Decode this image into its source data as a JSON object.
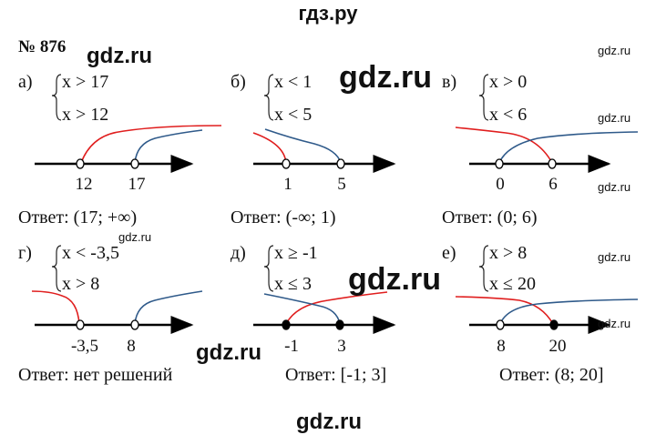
{
  "header": "гдз.ру",
  "problem_number": "№ 876",
  "watermark": "gdz.ru",
  "problems": [
    {
      "label": "а)",
      "ineq1": "x > 17",
      "ineq2": "x > 12",
      "points": [
        "12",
        "17"
      ],
      "answer": "Ответ: (17; +∞)"
    },
    {
      "label": "б)",
      "ineq1": "x < 1",
      "ineq2": "x < 5",
      "points": [
        "1",
        "5"
      ],
      "answer": "Ответ: (-∞; 1)"
    },
    {
      "label": "в)",
      "ineq1": "x > 0",
      "ineq2": "x < 6",
      "points": [
        "0",
        "6"
      ],
      "answer": "Ответ: (0; 6)"
    },
    {
      "label": "г)",
      "ineq1": "x < -3,5",
      "ineq2": "x > 8",
      "points": [
        "-3,5",
        "8"
      ],
      "answer": "Ответ: нет решений"
    },
    {
      "label": "д)",
      "ineq1": "x ≥ -1",
      "ineq2": "x ≤ 3",
      "points": [
        "-1",
        "3"
      ],
      "answer": "Ответ: [-1; 3]"
    },
    {
      "label": "е)",
      "ineq1": "x > 8",
      "ineq2": "x ≤ 20",
      "points": [
        "8",
        "20"
      ],
      "answer": "Ответ: (8; 20]"
    }
  ],
  "colors": {
    "red": "#e01e1e",
    "blue": "#2f5a8a"
  }
}
